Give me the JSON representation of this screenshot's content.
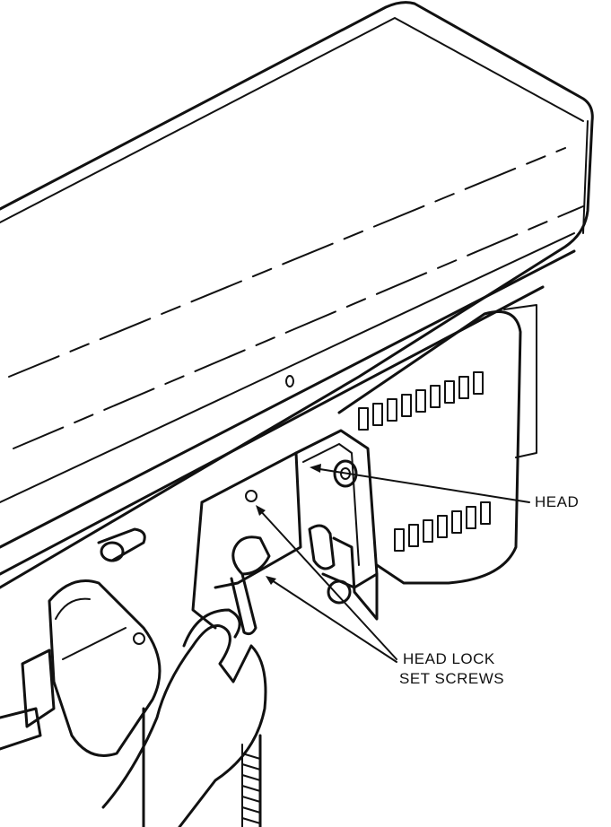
{
  "callouts": {
    "head": "HEAD",
    "head_lock_line1": "HEAD LOCK",
    "head_lock_line2": "SET SCREWS"
  },
  "colors": {
    "ink": "#111111",
    "paper": "#ffffff"
  }
}
